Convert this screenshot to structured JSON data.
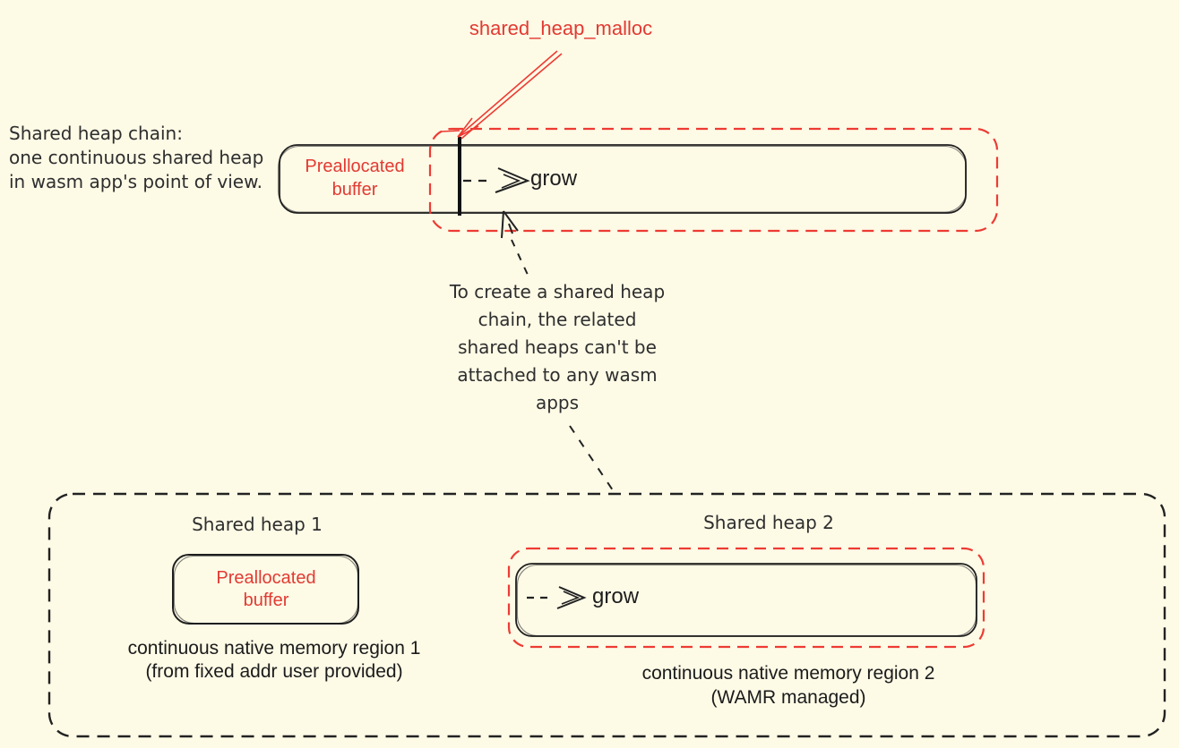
{
  "colors": {
    "background": "#FDFAE6",
    "ink": "#1e1e1e",
    "red_stroke": "#ED3B33",
    "red_text": "#E23A32",
    "note_text": "#2e2e2e"
  },
  "top": {
    "malloc_label": "shared_heap_malloc",
    "chain_note": "Shared heap chain:\none continuous shared heap\nin wasm app's point of view.",
    "preallocated_label": "Preallocated\nbuffer",
    "grow_label": "grow"
  },
  "middle": {
    "note": "To create a shared heap\nchain, the related\nshared heaps can't be\nattached to any wasm\napps"
  },
  "bottom": {
    "heap1": {
      "title": "Shared heap 1",
      "buffer_label": "Preallocated\nbuffer",
      "caption": "continuous native memory region 1\n(from fixed addr user provided)"
    },
    "heap2": {
      "title": "Shared heap 2",
      "grow_label": "grow",
      "caption": "continuous native memory region 2\n(WAMR managed)"
    }
  }
}
